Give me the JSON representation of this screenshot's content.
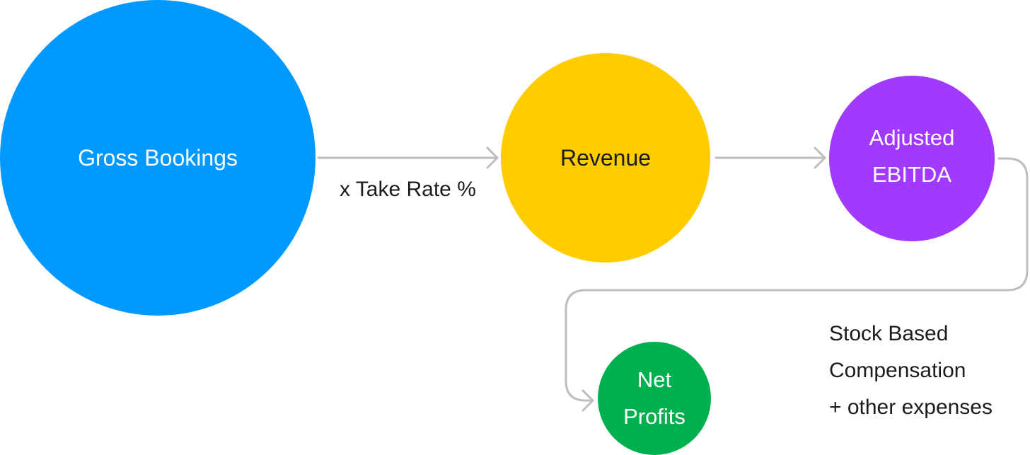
{
  "nodes": {
    "gross_bookings": {
      "label": "Gross Bookings",
      "fill": "#0099FF",
      "text_color": "#FFFFFF"
    },
    "revenue": {
      "label": "Revenue",
      "fill": "#FFCC00",
      "text_color": "#1C1C1C"
    },
    "adjusted_ebitda": {
      "label": "Adjusted\nEBITDA",
      "fill": "#A239FF",
      "text_color": "#FFFFFF"
    },
    "net_profits": {
      "label": "Net\nProfits",
      "fill": "#00B04F",
      "text_color": "#FFFFFF"
    }
  },
  "edges": {
    "gross_to_revenue": {
      "label": "x Take Rate %"
    },
    "ebitda_to_net": {
      "label": "Stock Based\nCompensation\n+ other expenses"
    }
  },
  "colors": {
    "arrow": "#BDBDBD",
    "background": "#FFFFFF"
  }
}
